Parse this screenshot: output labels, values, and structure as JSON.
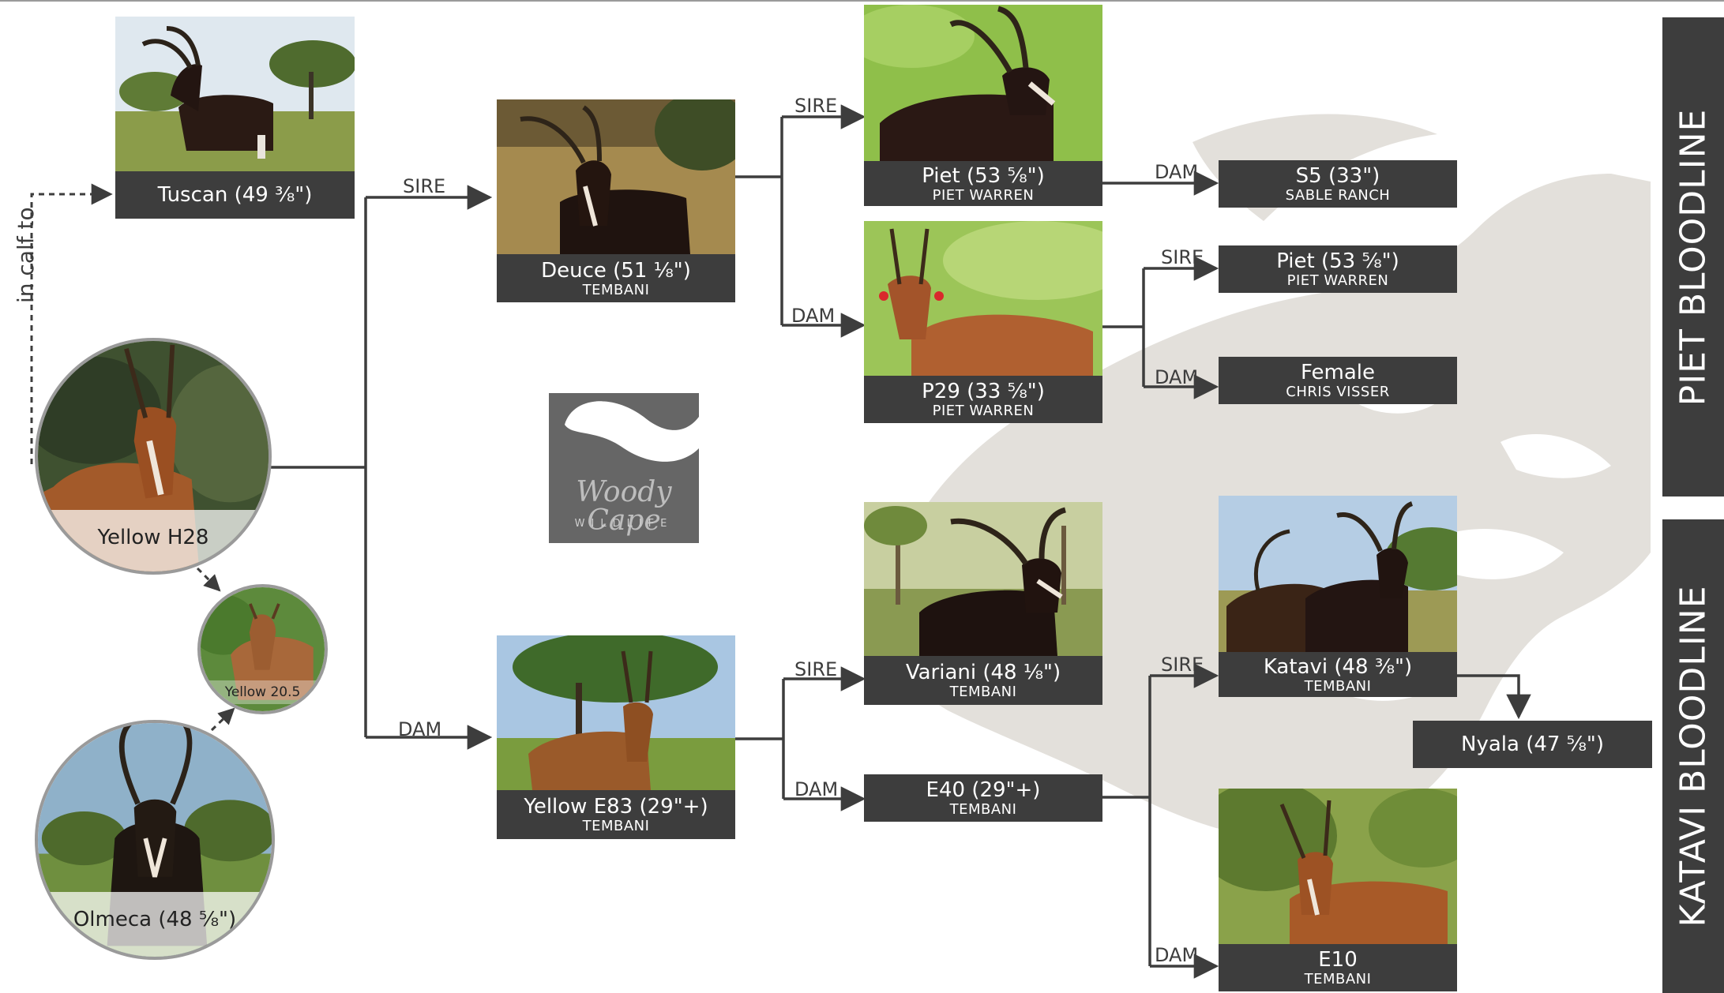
{
  "colors": {
    "bar": "#3d3d3d",
    "line": "#3d3d3d",
    "ghost": "#e3e0db",
    "panel": "#3d3d3d"
  },
  "annotations": {
    "in_calf_to": "in calf to"
  },
  "edge_labels": {
    "sire_deuce": "SIRE",
    "dam_e83": "DAM",
    "sire_piet": "SIRE",
    "dam_p29": "DAM",
    "dam_s5": "DAM",
    "sire_piet2": "SIRE",
    "dam_female": "DAM",
    "sire_variani": "SIRE",
    "dam_e40": "DAM",
    "sire_katavi": "SIRE",
    "dam_e10": "DAM"
  },
  "animals": {
    "tuscan": {
      "name": "Tuscan (49 ³⁄₈\")"
    },
    "yellow_h28": {
      "name": "Yellow H28"
    },
    "yellow_20_5": {
      "name": "Yellow 20.5"
    },
    "olmeca": {
      "name": "Olmeca (48 ⁵⁄₈\")"
    },
    "deuce": {
      "name": "Deuce (51 ¹⁄₈\")",
      "breeder": "TEMBANI"
    },
    "yellow_e83": {
      "name": "Yellow E83 (29\"+)",
      "breeder": "TEMBANI"
    },
    "piet": {
      "name": "Piet (53 ⁵⁄₈\")",
      "breeder": "PIET WARREN"
    },
    "p29": {
      "name": "P29 (33 ⁵⁄₈\")",
      "breeder": "PIET WARREN"
    },
    "s5": {
      "name": "S5 (33\")",
      "breeder": "SABLE RANCH"
    },
    "piet2": {
      "name": "Piet (53 ⁵⁄₈\")",
      "breeder": "PIET WARREN"
    },
    "female": {
      "name": "Female",
      "breeder": "CHRIS VISSER"
    },
    "variani": {
      "name": "Variani (48 ¹⁄₈\")",
      "breeder": "TEMBANI"
    },
    "e40": {
      "name": "E40 (29\"+)",
      "breeder": "TEMBANI"
    },
    "katavi": {
      "name": "Katavi (48 ³⁄₈\")",
      "breeder": "TEMBANI"
    },
    "nyala": {
      "name": "Nyala (47 ⁵⁄₈\")"
    },
    "e10": {
      "name": "E10",
      "breeder": "TEMBANI"
    }
  },
  "bloodlines": {
    "piet": "PIET BLOODLINE",
    "katavi": "KATAVI BLOODLINE"
  },
  "logo": {
    "script": "Woody Cape",
    "sub": "WILDLIFE"
  }
}
